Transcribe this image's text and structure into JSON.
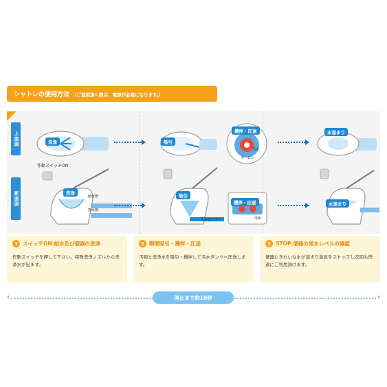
{
  "header": {
    "title": "シャトレの使用方法",
    "note": "（ご使用頂く際は、電源が必要になります。）"
  },
  "diagram": {
    "row_labels": {
      "top": "上面図",
      "side": "断面図"
    },
    "callouts": {
      "wash_top": "洗浄",
      "wash_side": "洗浄",
      "suction_top": "吸引",
      "suction_side": "吸引",
      "stir_top": "攪拌・圧送",
      "stir_side": "攪拌・圧送",
      "water_top": "水溜まり",
      "water_side": "水溜まり",
      "switch": "作動スイッチON",
      "feed_water": "給水管",
      "drain_water": "排水管",
      "sewage": "汚水",
      "turbine": "タービン",
      "tank": "汚水タンクへ"
    }
  },
  "steps": [
    {
      "num": "1",
      "title": "スイッチON:給水及び便器の洗浄",
      "desc": "作動スイッチを押して下さい。特殊洗浄ノズルから洗浄水が出ます。"
    },
    {
      "num": "2",
      "title": "瞬間吸引・攪拌・圧送",
      "desc": "汚物と洗浄水を吸引・攪拌して汚水タンクへ圧送します。"
    },
    {
      "num": "3",
      "title": "STOP:便器の常水レベルの確認",
      "desc": "便器にきれいな水が溜まり臭気をストップし次回も快適にご利用頂けます。"
    }
  ],
  "timeline": {
    "label": "停止まで約10秒"
  },
  "colors": {
    "accent_orange": "#f5a21b",
    "accent_blue": "#1e88d2",
    "step_bg": "#fdf7d8"
  }
}
